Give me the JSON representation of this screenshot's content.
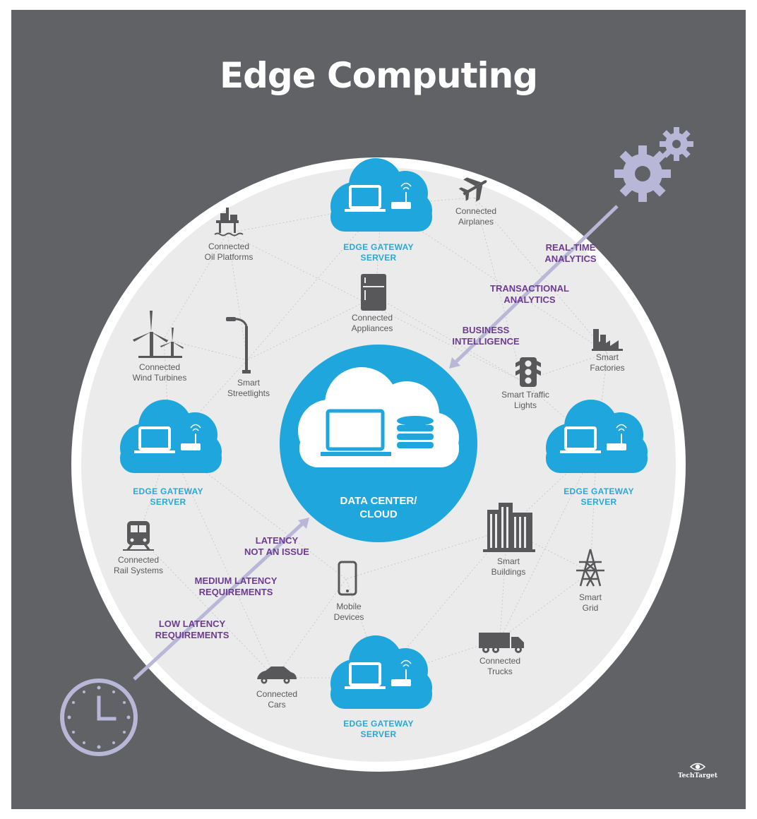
{
  "title": "Edge Computing",
  "colors": {
    "background": "#616266",
    "circle": "#ececec",
    "accent_blue": "#1fa6dc",
    "analytics_purple": "#6d3b8f",
    "icon_gray": "#58585a",
    "arrow_lavender": "#b9b7d8"
  },
  "center": {
    "label_line1": "DATA CENTER/",
    "label_line2": "CLOUD"
  },
  "gateways": {
    "top": {
      "line1": "EDGE GATEWAY",
      "line2": "SERVER"
    },
    "left": {
      "line1": "EDGE GATEWAY",
      "line2": "SERVER"
    },
    "right": {
      "line1": "EDGE GATEWAY",
      "line2": "SERVER"
    },
    "bottom": {
      "line1": "EDGE GATEWAY",
      "line2": "SERVER"
    }
  },
  "devices": {
    "airplanes": {
      "line1": "Connected",
      "line2": "Airplanes",
      "icon": "airplane-icon"
    },
    "oil_platforms": {
      "line1": "Connected",
      "line2": "Oil Platforms",
      "icon": "oil-platform-icon"
    },
    "appliances": {
      "line1": "Connected",
      "line2": "Appliances",
      "icon": "refrigerator-icon"
    },
    "wind_turbines": {
      "line1": "Connected",
      "line2": "Wind Turbines",
      "icon": "wind-turbine-icon"
    },
    "streetlights": {
      "line1": "Smart",
      "line2": "Streetlights",
      "icon": "streetlight-icon"
    },
    "factories": {
      "line1": "Smart",
      "line2": "Factories",
      "icon": "factory-icon"
    },
    "traffic_lights": {
      "line1": "Smart Traffic",
      "line2": "Lights",
      "icon": "traffic-light-icon"
    },
    "rail_systems": {
      "line1": "Connected",
      "line2": "Rail Systems",
      "icon": "train-icon"
    },
    "buildings": {
      "line1": "Smart",
      "line2": "Buildings",
      "icon": "building-icon"
    },
    "mobile_devices": {
      "line1": "Mobile",
      "line2": "Devices",
      "icon": "smartphone-icon"
    },
    "grid": {
      "line1": "Smart",
      "line2": "Grid",
      "icon": "power-tower-icon"
    },
    "trucks": {
      "line1": "Connected",
      "line2": "Trucks",
      "icon": "truck-icon"
    },
    "cars": {
      "line1": "Connected",
      "line2": "Cars",
      "icon": "car-icon"
    }
  },
  "analytics": {
    "real_time": {
      "line1": "REAL-TIME",
      "line2": "ANALYTICS"
    },
    "transactional": {
      "line1": "TRANSACTIONAL",
      "line2": "ANALYTICS"
    },
    "business": {
      "line1": "BUSINESS",
      "line2": "INTELLIGENCE"
    }
  },
  "latency": {
    "not_issue": {
      "line1": "LATENCY",
      "line2": "NOT AN ISSUE"
    },
    "medium": {
      "line1": "MEDIUM LATENCY",
      "line2": "REQUIREMENTS"
    },
    "low": {
      "line1": "LOW LATENCY",
      "line2": "REQUIREMENTS"
    }
  },
  "corner_icons": {
    "top_right": "gears-icon",
    "bottom_left": "clock-icon"
  },
  "brand": {
    "name": "TechTarget",
    "icon": "eye-icon"
  }
}
